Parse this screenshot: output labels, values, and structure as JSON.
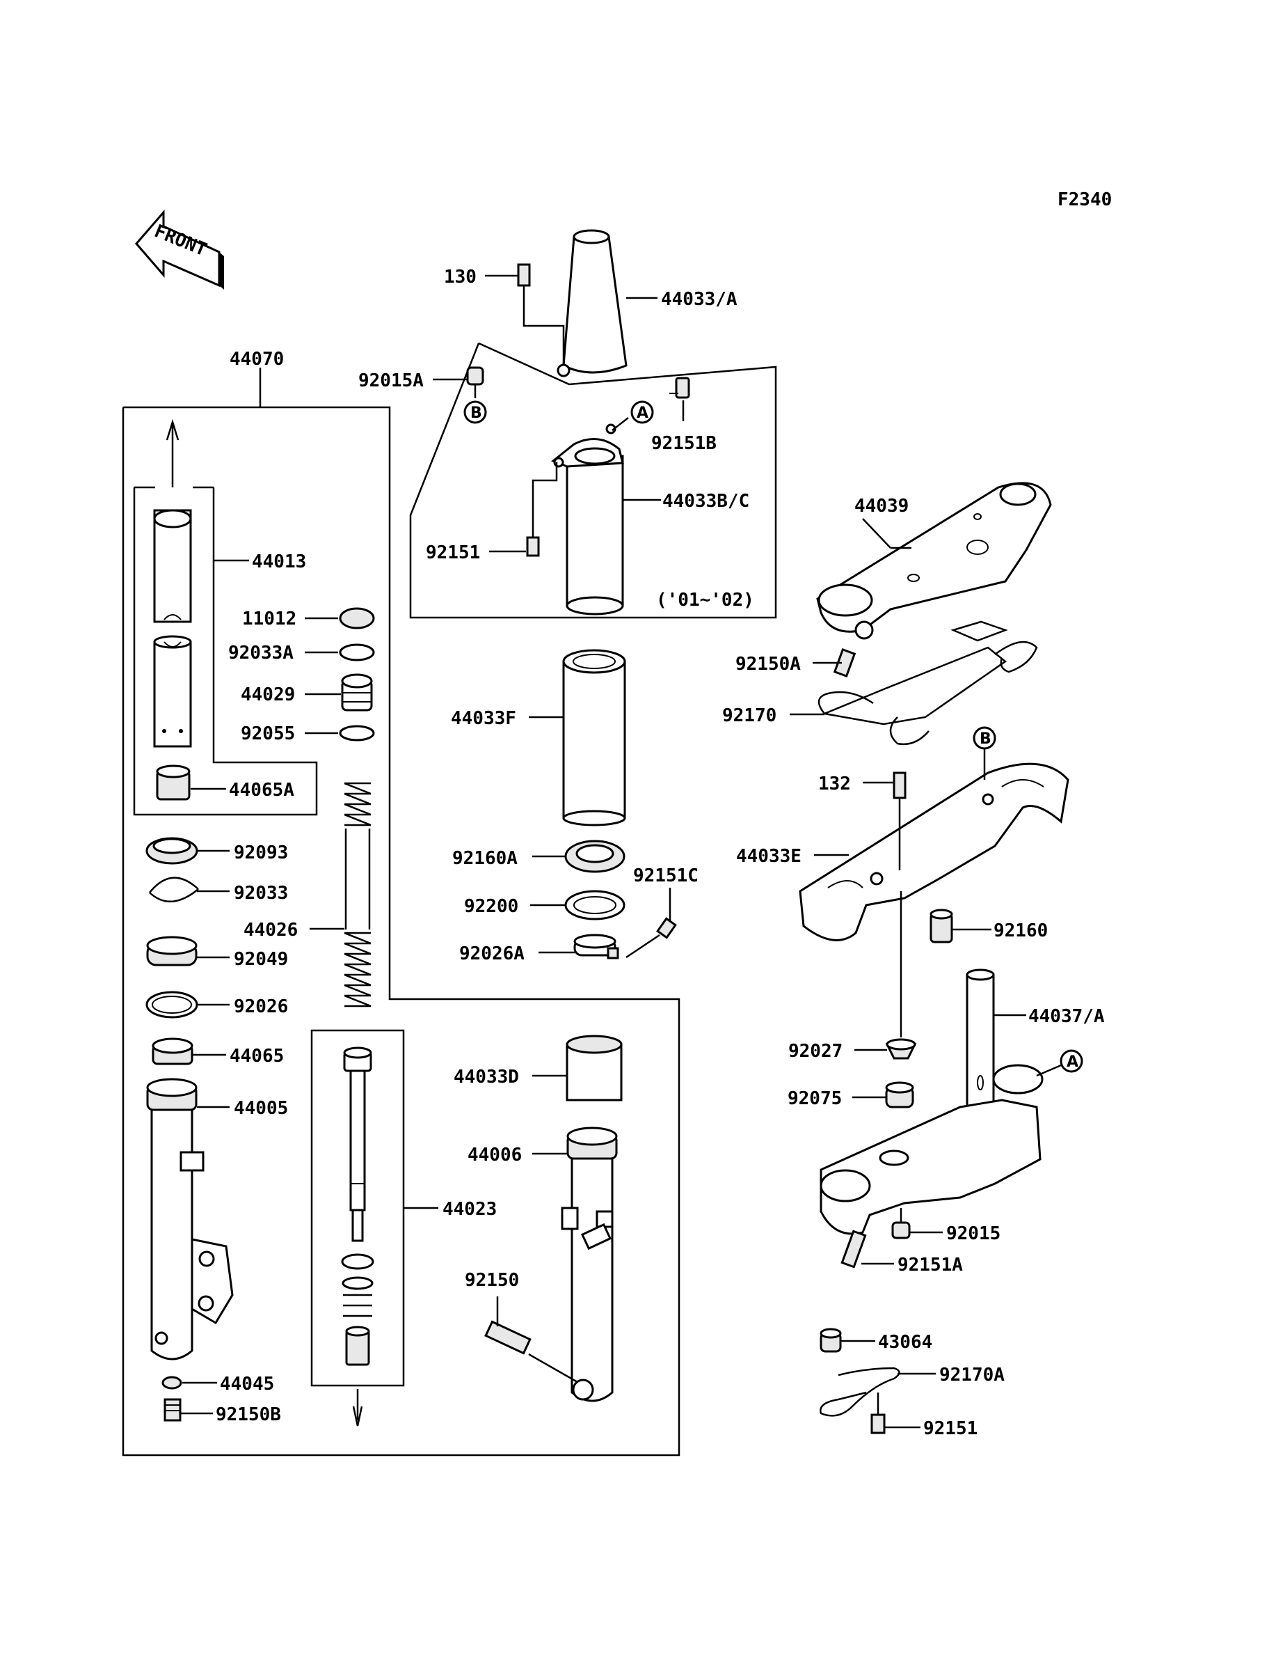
{
  "figure_code": "F2340",
  "front_badge": "FRONT",
  "callouts": {
    "A": "A",
    "B": "B"
  },
  "labels": {
    "p130": "130",
    "p44033A": "44033/A",
    "p92015A": "92015A",
    "p92151B": "92151B",
    "p44033BC": "44033B/C",
    "p92151": "92151",
    "year_note": "('01~'02)",
    "p44070": "44070",
    "p44013": "44013",
    "p11012": "11012",
    "p92033A": "92033A",
    "p44029": "44029",
    "p92055": "92055",
    "p44065A": "44065A",
    "p92093": "92093",
    "p92033": "92033",
    "p44026": "44026",
    "p92049": "92049",
    "p92026": "92026",
    "p44065": "44065",
    "p44005": "44005",
    "p44045": "44045",
    "p92150B": "92150B",
    "p44033F": "44033F",
    "p92160A": "92160A",
    "p92151C": "92151C",
    "p92200": "92200",
    "p92026A": "92026A",
    "p44033D": "44033D",
    "p44006": "44006",
    "p44023": "44023",
    "p92150": "92150",
    "p44039": "44039",
    "p92150A": "92150A",
    "p92170": "92170",
    "p132": "132",
    "p44033E": "44033E",
    "p92160": "92160",
    "p44037A": "44037/A",
    "p92027": "92027",
    "p92075": "92075",
    "p92015": "92015",
    "p92151A": "92151A",
    "p43064": "43064",
    "p92170A": "92170A",
    "p92151b2": "92151"
  }
}
